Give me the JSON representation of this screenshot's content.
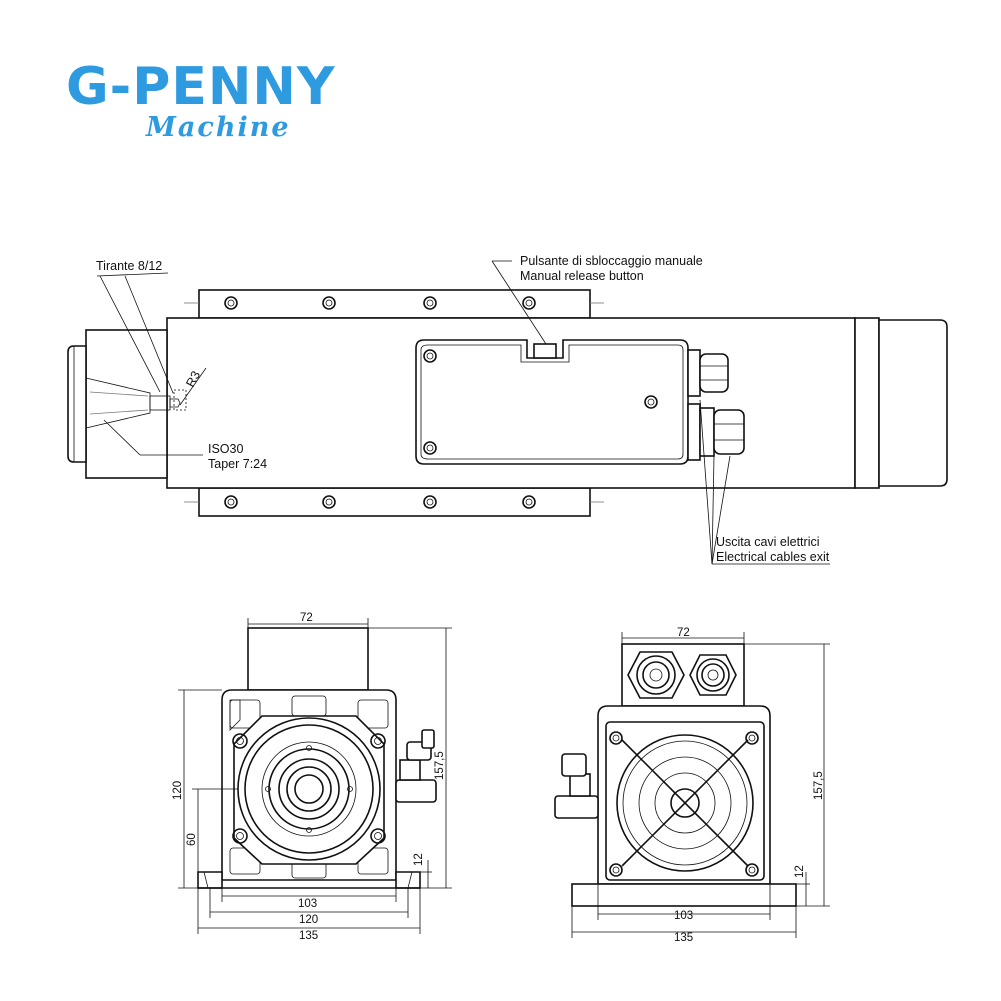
{
  "logo": {
    "brand": "G-PENNY",
    "tagline": "Machine",
    "color": "#2e9ae0"
  },
  "side_view": {
    "label_drawbar": "Tirante 8/12",
    "label_radius": "R3",
    "label_taper_1": "ISO30",
    "label_taper_2": "Taper 7:24",
    "label_release_it": "Pulsante di sbloccaggio manuale",
    "label_release_en": "Manual release button",
    "label_cables_it": "Uscita cavi elettrici",
    "label_cables_en": "Electrical cables exit"
  },
  "front_view": {
    "dim_top": "72",
    "dim_height_total": "157,5",
    "dim_height_body": "120",
    "dim_center": "60",
    "dim_foot": "12",
    "dim_w1": "103",
    "dim_w2": "120",
    "dim_w3": "135"
  },
  "rear_view": {
    "dim_top": "72",
    "dim_height_total": "157,5",
    "dim_foot": "12",
    "dim_w1": "103",
    "dim_w3": "135"
  }
}
